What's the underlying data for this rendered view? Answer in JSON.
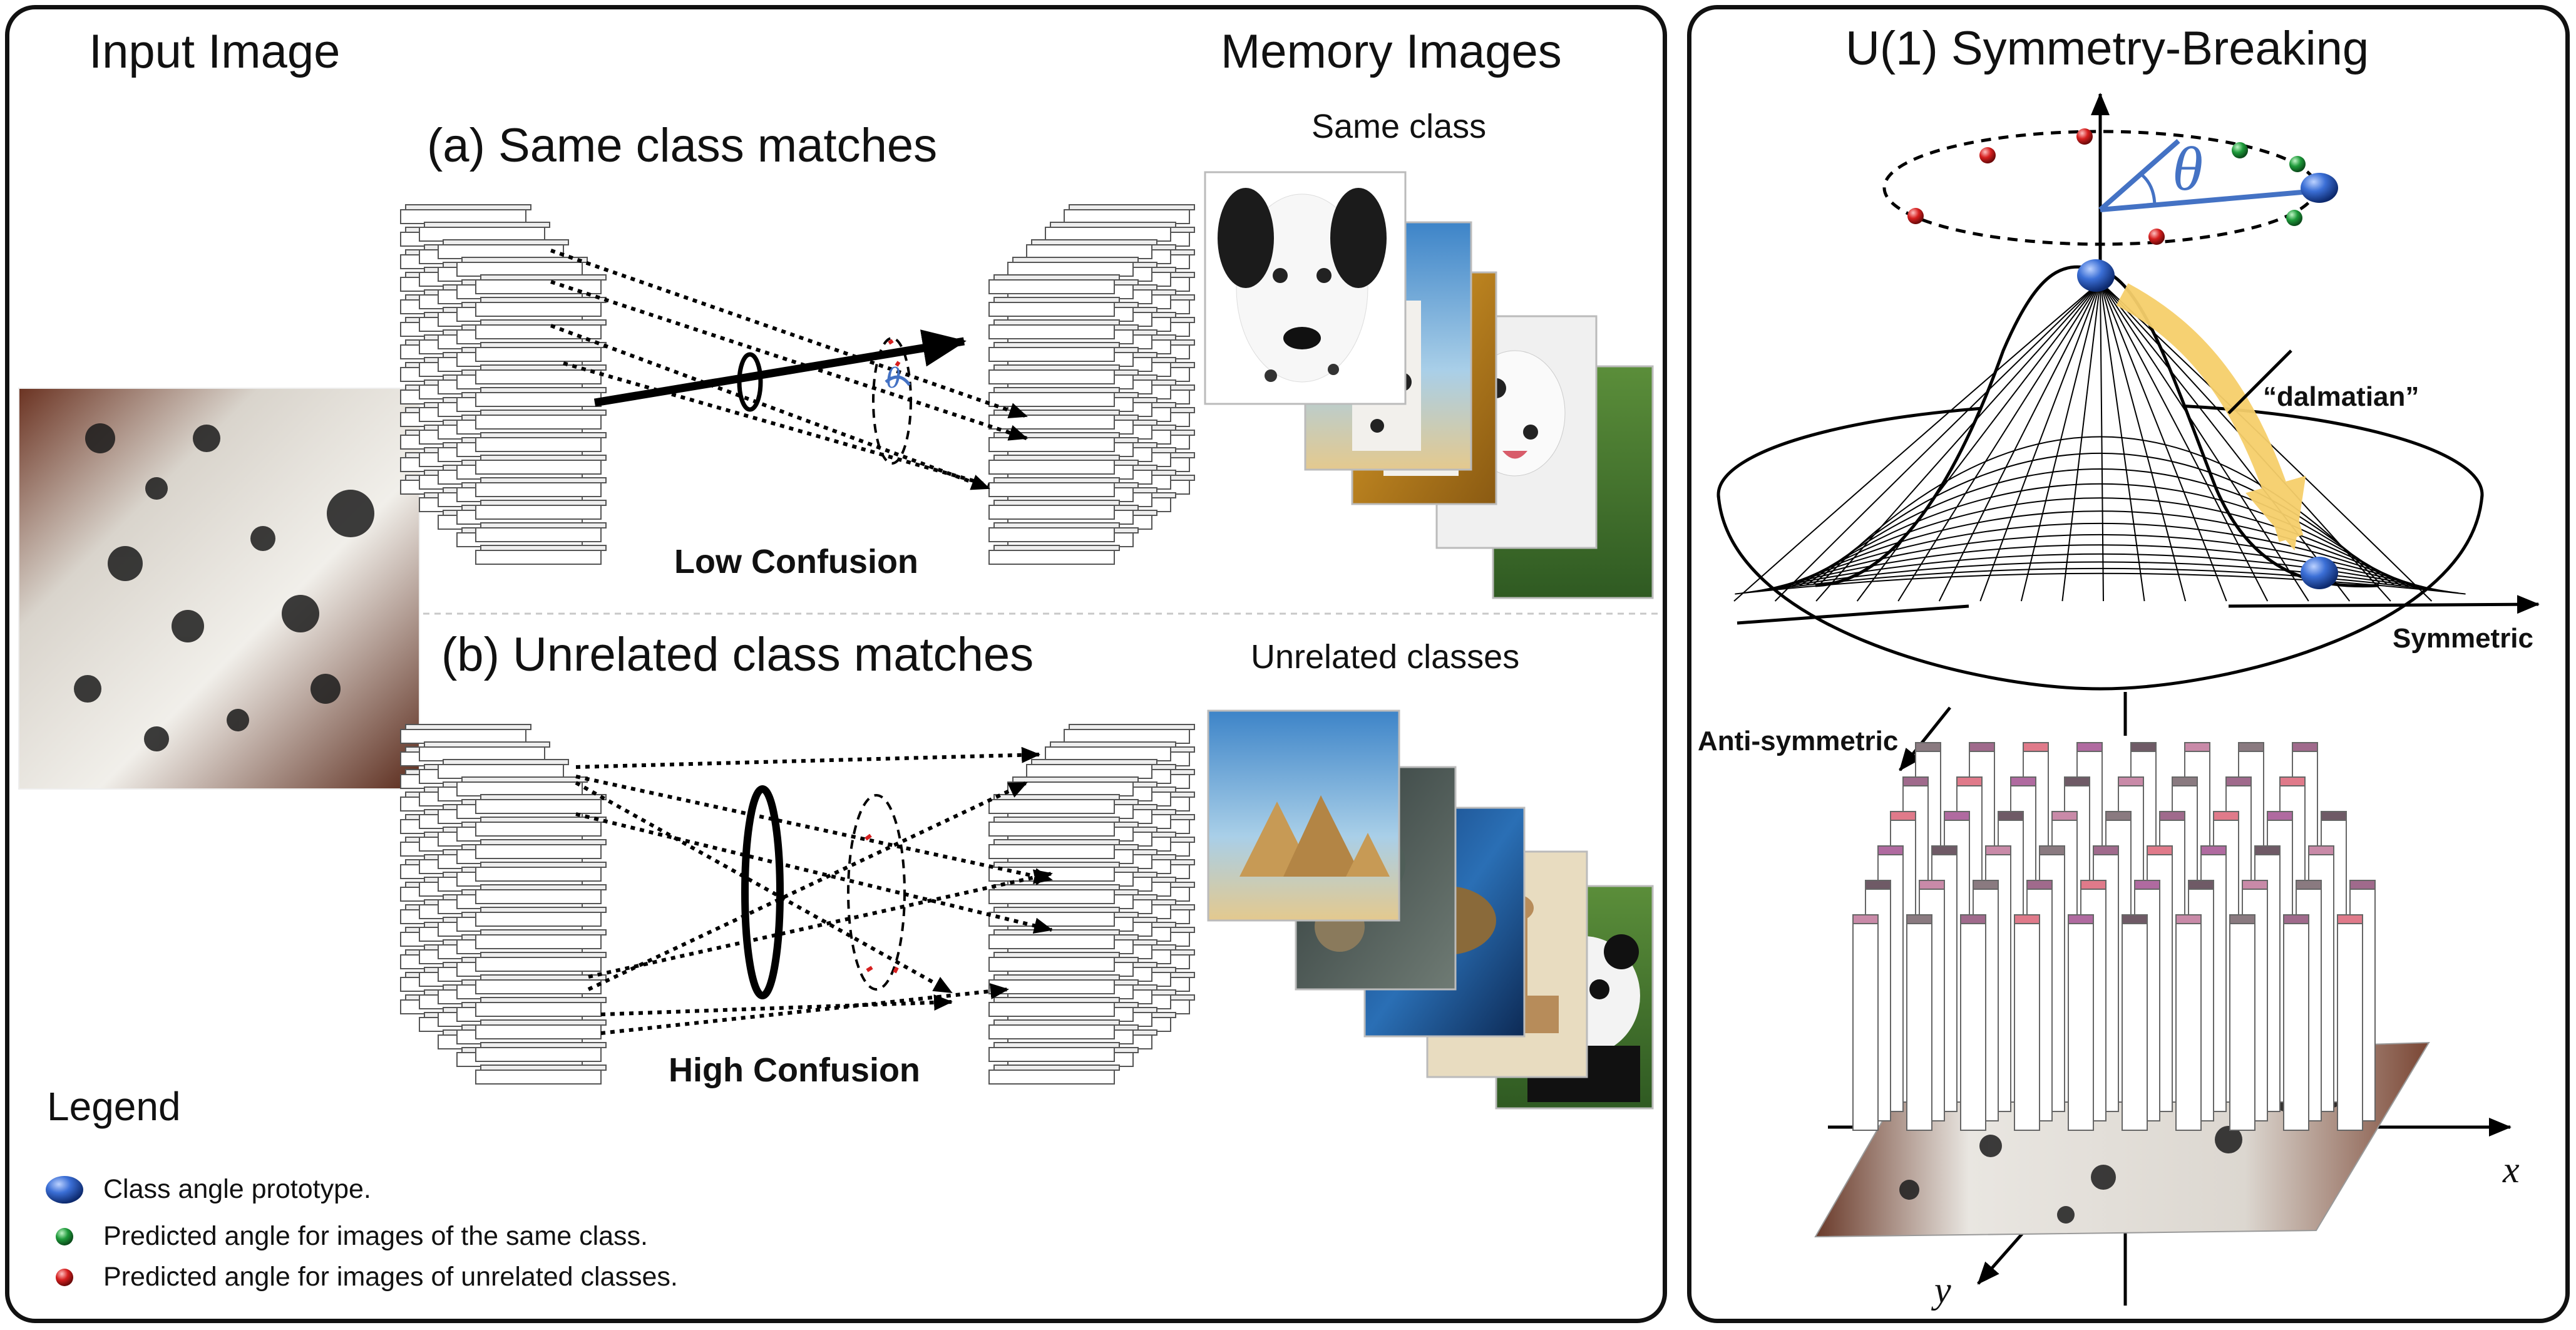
{
  "left": {
    "input_title": "Input Image",
    "memory_title": "Memory Images",
    "a_label": "(a) Same class matches",
    "same_class": "Same class",
    "low_confusion": "Low Confusion",
    "b_label": "(b) Unrelated class matches",
    "unrelated_classes": "Unrelated classes",
    "high_confusion": "High Confusion",
    "theta_small": "θ"
  },
  "legend": {
    "title": "Legend",
    "items": [
      {
        "icon": "blue-sphere",
        "text": "Class angle prototype."
      },
      {
        "icon": "green-dot",
        "text": "Predicted angle for images of the same class."
      },
      {
        "icon": "red-dot",
        "text": "Predicted angle for images of unrelated classes."
      }
    ]
  },
  "right": {
    "title": "U(1) Symmetry-Breaking",
    "theta": "θ",
    "dalmatian": "“dalmatian”",
    "symmetric": "Symmetric",
    "anti_symmetric": "Anti-symmetric",
    "x_axis": "x",
    "y_axis": "y"
  },
  "colors": {
    "prototype_blue": "#2f5fc4",
    "same_green": "#1e9a3a",
    "unrelated_red": "#d61f1f",
    "arrow_yellow": "#f6cf6b",
    "theta_blue": "#4472c4"
  }
}
